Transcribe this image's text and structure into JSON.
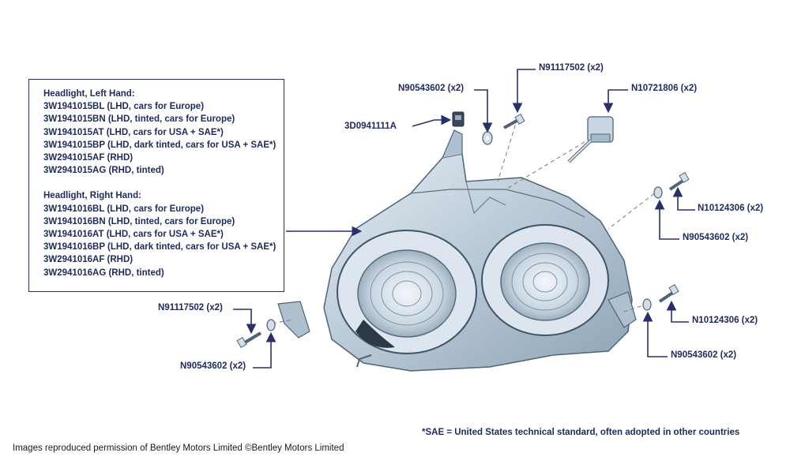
{
  "left_hand": {
    "heading": "Headlight, Left Hand:",
    "items": [
      "3W1941015BL (LHD, cars for Europe)",
      "3W1941015BN (LHD, tinted, cars for Europe)",
      "3W1941015AT (LHD, cars for USA + SAE*)",
      "3W1941015BP (LHD, dark tinted, cars for USA + SAE*)",
      "3W2941015AF (RHD)",
      "3W2941015AG (RHD, tinted)"
    ]
  },
  "right_hand": {
    "heading": "Headlight, Right Hand:",
    "items": [
      "3W1941016BL (LHD, cars for Europe)",
      "3W1941016BN (LHD, tinted, cars for Europe)",
      "3W1941016AT (LHD, cars for USA + SAE*)",
      "3W1941016BP (LHD, dark tinted, cars for USA + SAE*)",
      "3W2941016AF (RHD)",
      "3W2941016AG (RHD, tinted)"
    ]
  },
  "callouts": {
    "top_screw": "N91117502 (x2)",
    "top_washer": "N90543602 (x2)",
    "bulb": "N10721806 (x2)",
    "clip": "3D0941111A",
    "right_screw_upper": "N10124306 (x2)",
    "right_washer_upper": "N90543602 (x2)",
    "right_screw_lower": "N10124306 (x2)",
    "right_washer_lower": "N90543602 (x2)",
    "left_screw": "N91117502 (x2)",
    "left_washer": "N90543602 (x2)"
  },
  "footer": {
    "sae_note": "*SAE = United States technical standard, often adopted in other countries",
    "copyright": "Images reproduced permission of Bentley Motors Limited ©Bentley Motors Limited"
  },
  "colors": {
    "text": "#1f2a5c",
    "leader": "#27306a",
    "housing": "#b9c9d6"
  },
  "icons": [
    "arrow-icon",
    "screw-icon",
    "washer-icon",
    "bulb-icon",
    "clip-icon"
  ]
}
